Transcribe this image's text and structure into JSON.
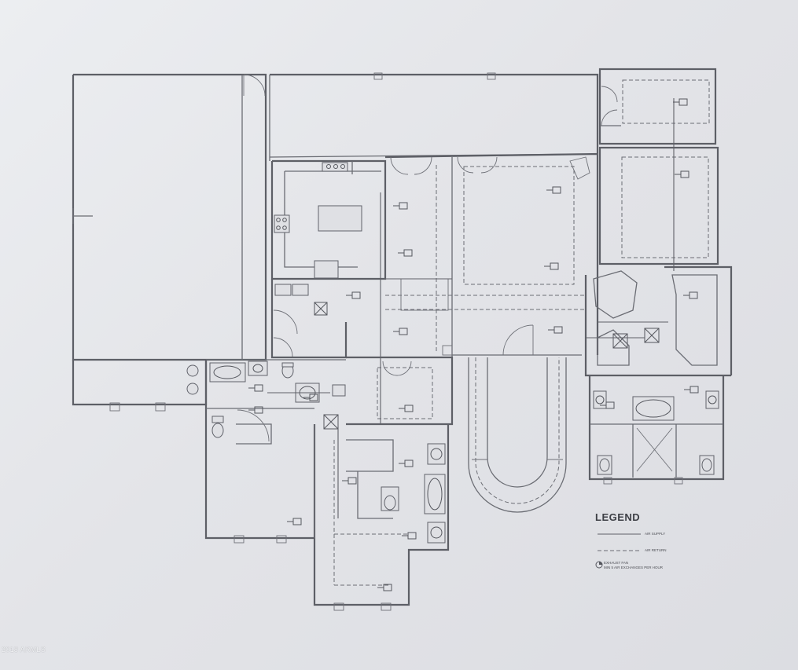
{
  "legend": {
    "title": "LEGEND",
    "supply_label": "AIR SUPPLY",
    "return_label": "AIR RETURN",
    "fan_label_1": "EXHAUST FAN",
    "fan_label_2": "MIN 5 AIR EXCHANGES PER HOUR"
  },
  "watermark": "2018 ARMLS"
}
